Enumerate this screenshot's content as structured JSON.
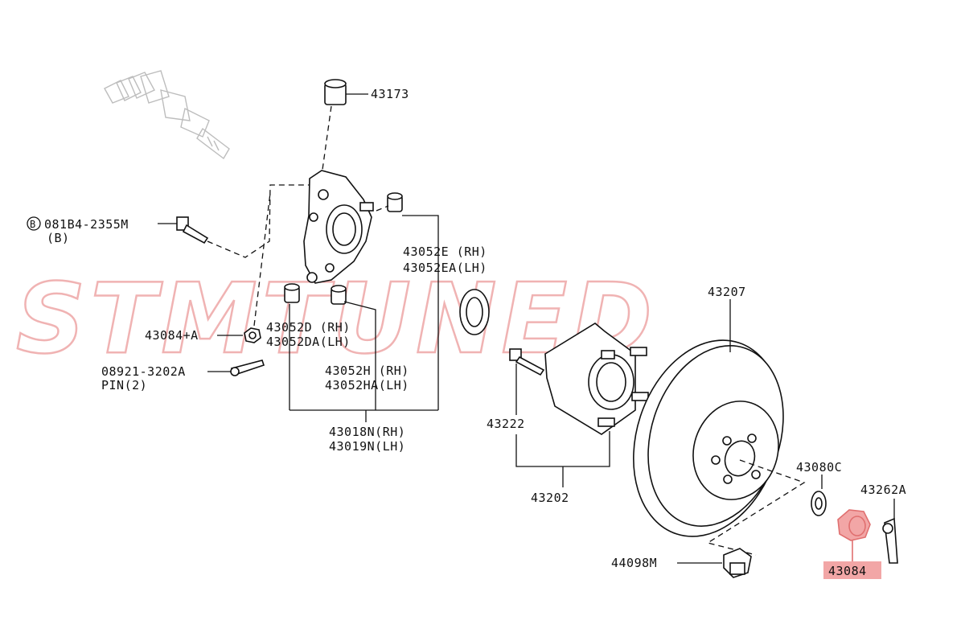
{
  "watermark": "STMTUNED",
  "labels": {
    "p43173": "43173",
    "b_circle": "B",
    "p081B4": "081B4-2355M",
    "p081B4_sub": "(B)",
    "p43052E": "43052E (RH)",
    "p43052EA": "43052EA(LH)",
    "p43084A": "43084+A",
    "p43052D": "43052D (RH)",
    "p43052DA": "43052DA(LH)",
    "p08921": "08921-3202A",
    "p08921_sub": "PIN(2)",
    "p43052H": "43052H (RH)",
    "p43052HA": "43052HA(LH)",
    "p43018N": "43018N(RH)",
    "p43019N": "43019N(LH)",
    "p43207": "43207",
    "p43222": "43222",
    "p43202": "43202",
    "p43080C": "43080C",
    "p43262A": "43262A",
    "p44098M": "44098M",
    "p43084": "43084"
  },
  "colors": {
    "highlight": "#e07070",
    "highlight_fill": "#f2a6a6",
    "watermark": "#f0b3b3",
    "line": "#111111"
  }
}
